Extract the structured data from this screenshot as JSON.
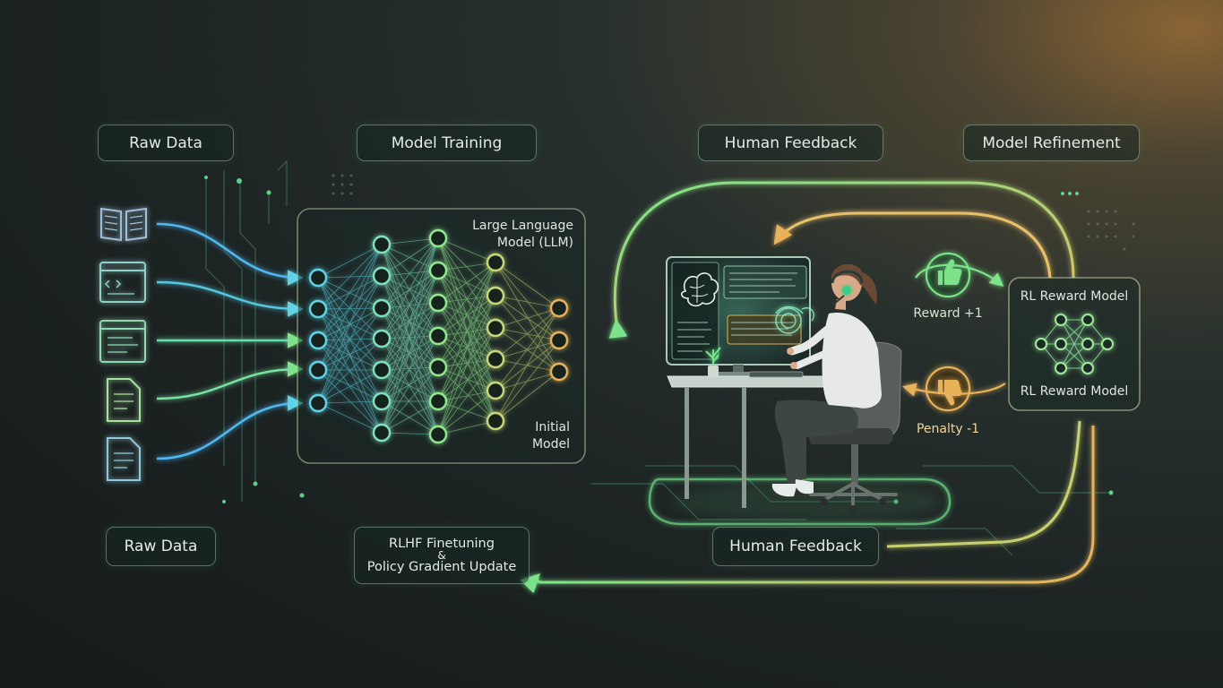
{
  "pipeline": {
    "step1": "Raw Data",
    "step2": "Model Training",
    "step3": "Human Feedback",
    "step4": "Model Refinement"
  },
  "llm_box": {
    "title": "Large Language Model (LLM)",
    "subtitle": "Initial Model"
  },
  "bottom": {
    "raw_data": "Raw Data",
    "rlhf_line1": "RLHF Finetuning",
    "rlhf_amp": "&",
    "rlhf_line2": "Policy Gradient Update",
    "human_feedback": "Human Feedback"
  },
  "reward": {
    "positive_label": "Reward +1",
    "negative_label": "Penalty -1",
    "model_label_top": "RL Reward Model",
    "model_label_bottom": "RL Reward Model"
  },
  "icons": [
    "book-icon",
    "code-window-icon",
    "text-window-icon",
    "document-icon",
    "document-icon",
    "thumbs-up-icon",
    "thumbs-down-icon",
    "brain-icon",
    "neural-network-icon"
  ],
  "colors": {
    "cyan": "#5fd3e8",
    "green": "#7be38a",
    "orange": "#e8b25a",
    "accent_orange_glow": "#8a6434"
  }
}
